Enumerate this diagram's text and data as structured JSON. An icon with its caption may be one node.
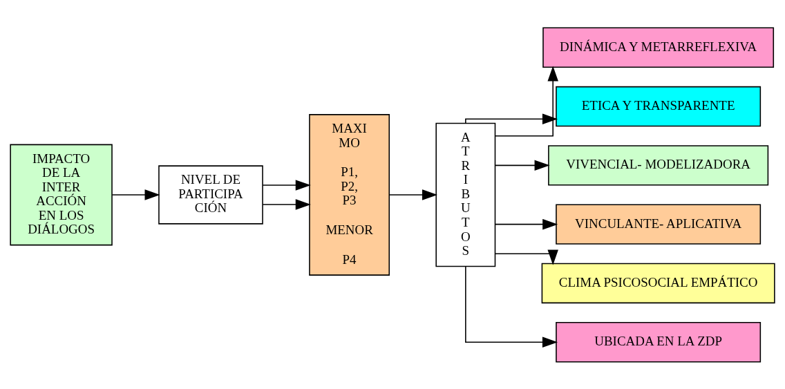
{
  "diagram": {
    "nodes": [
      {
        "text": [
          "IMPACTO DE LA INTER ACCIÓN EN LOS DIÁLOGOS"
        ]
      },
      {
        "text": [
          "NIVEL DE PARTICIPA CIÓN"
        ]
      },
      {
        "text": [
          "MAXI MO",
          "P1, P2, P3",
          "MENOR",
          "P4"
        ]
      },
      {
        "text": [
          "A T R I B U T O S"
        ]
      },
      {
        "text": [
          "DINÁMICA Y METARREFLEXIVA"
        ]
      },
      {
        "text": [
          "ETICA Y TRANSPARENTE"
        ]
      },
      {
        "text": [
          "VIVENCIAL- MODELIZADORA"
        ]
      },
      {
        "text": [
          "VINCULANTE- APLICATIVA"
        ]
      },
      {
        "text": [
          "CLIMA PSICOSOCIAL EMPÁTICO"
        ]
      },
      {
        "text": [
          "UBICADA EN LA ZDP"
        ]
      }
    ],
    "edges": [
      {
        "from": 0,
        "to": 1,
        "arrow": "to"
      },
      {
        "from": 1,
        "to": 2,
        "arrow": "to"
      },
      {
        "from": 1,
        "to": 2,
        "arrow": "to"
      },
      {
        "from": 2,
        "to": 3,
        "arrow": "to"
      },
      {
        "from": 3,
        "to": 4,
        "arrow": "to"
      },
      {
        "from": 3,
        "to": 5,
        "arrow": "to"
      },
      {
        "from": 3,
        "to": 6,
        "arrow": "to"
      },
      {
        "from": 3,
        "to": 7,
        "arrow": "to"
      },
      {
        "from": 3,
        "to": 8,
        "arrow": "to"
      },
      {
        "from": 3,
        "to": 9,
        "arrow": "to"
      }
    ]
  }
}
